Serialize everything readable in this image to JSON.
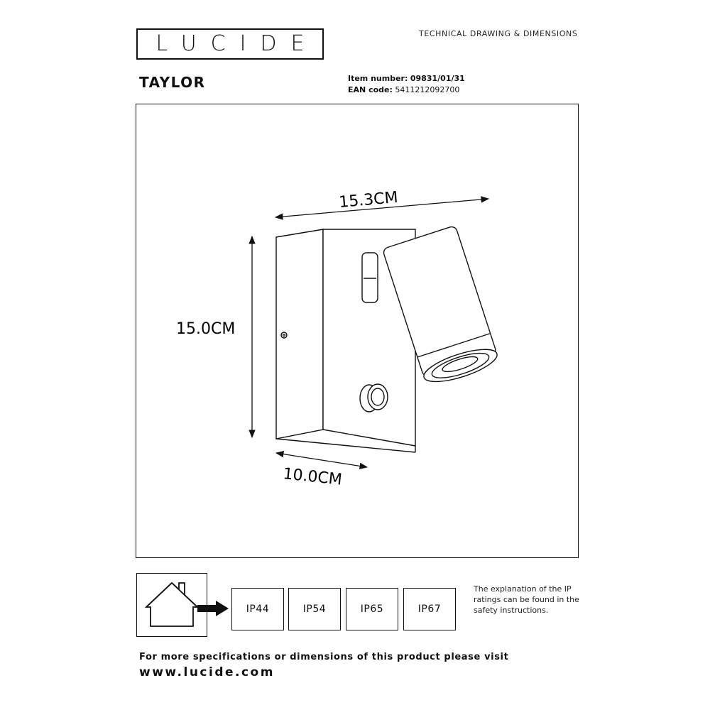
{
  "brand": {
    "logo_text": "LUCIDE"
  },
  "header": {
    "doc_type": "TECHNICAL DRAWING & DIMENSIONS"
  },
  "product": {
    "name": "TAYLOR",
    "item_number_label": "Item number:",
    "item_number": "09831/01/31",
    "ean_label": "EAN code:",
    "ean": "5411212092700"
  },
  "dimensions": {
    "length": "15.3CM",
    "height": "15.0CM",
    "depth": "10.0CM"
  },
  "ip_ratings": [
    "IP44",
    "IP54",
    "IP65",
    "IP67"
  ],
  "ip_note": "The explanation of the IP ratings can be found in the safety instructions.",
  "footer": {
    "text": "For more specifications or dimensions of this product please visit",
    "url": "www.lucide.com"
  },
  "icons": {
    "house": "house-icon",
    "arrow": "arrow-right-icon"
  }
}
